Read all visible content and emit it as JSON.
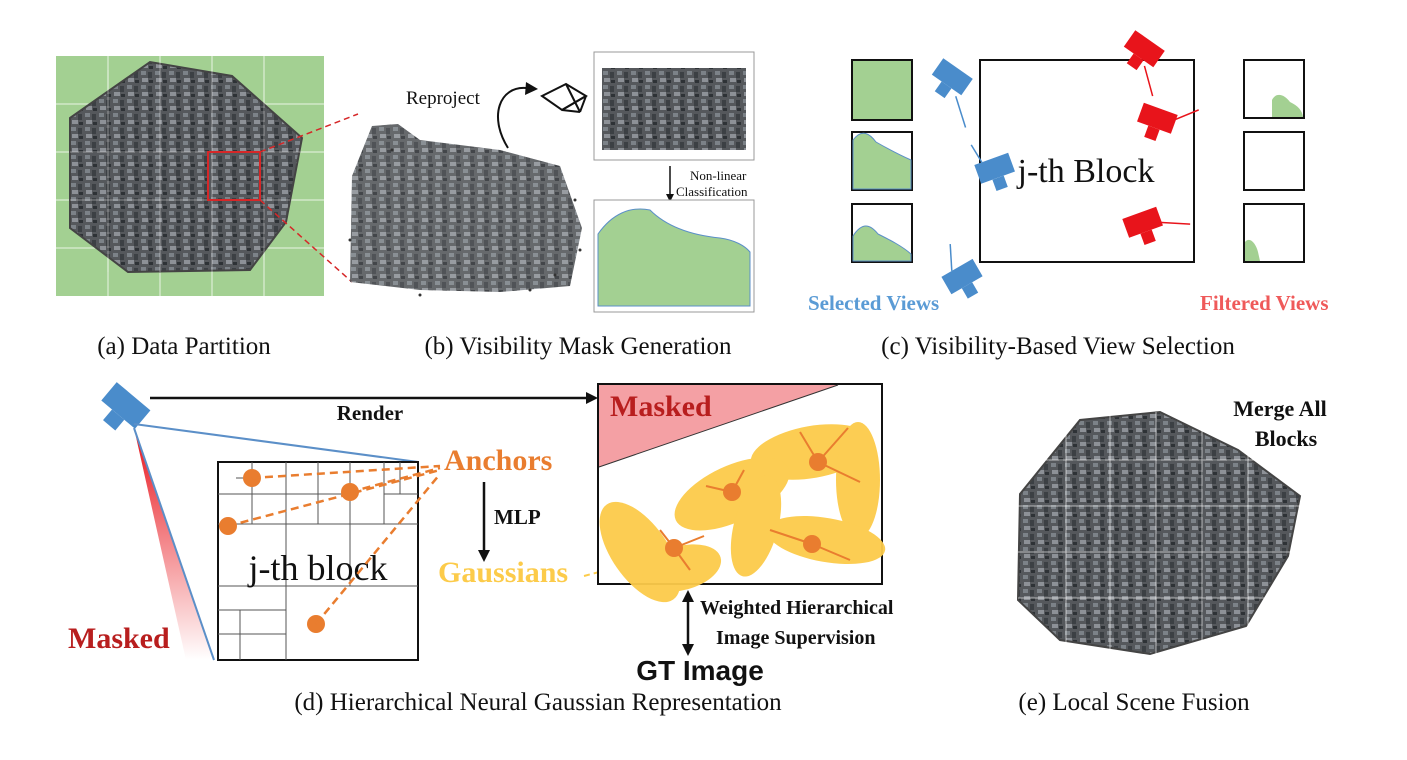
{
  "panel_a": {
    "caption": "(a) Data Partition"
  },
  "panel_b": {
    "caption": "(b) Visibility Mask Generation",
    "reproject_label": "Reproject",
    "classification_line1": "Non-linear",
    "classification_line2": "Classification"
  },
  "panel_c": {
    "caption": "(c) Visibility-Based View Selection",
    "block_label": "j-th Block",
    "selected_label": "Selected Views",
    "filtered_label": "Filtered Views"
  },
  "panel_d": {
    "caption": "(d) Hierarchical Neural Gaussian Representation",
    "render_label": "Render",
    "masked_left": "Masked",
    "masked_box": "Masked",
    "anchors_label": "Anchors",
    "mlp_label": "MLP",
    "gaussians_label": "Gaussians",
    "block_label": "j-th block",
    "supervision_line1": "Weighted Hierarchical",
    "supervision_line2": "Image Supervision",
    "gt_label": "GT Image"
  },
  "panel_e": {
    "caption": "(e) Local Scene Fusion",
    "merge_line1": "Merge All",
    "merge_line2": "Blocks"
  },
  "colors": {
    "green": "#a3d092",
    "blue_camera": "#4a8ccb",
    "red_camera": "#e8141b",
    "orange": "#e97d2f",
    "yellow": "#fccb4a",
    "mask_pink": "#f4a0a4",
    "dark_red": "#b81e1e",
    "selected_text": "#5a9bd5",
    "filtered_text": "#ef5a5a"
  }
}
